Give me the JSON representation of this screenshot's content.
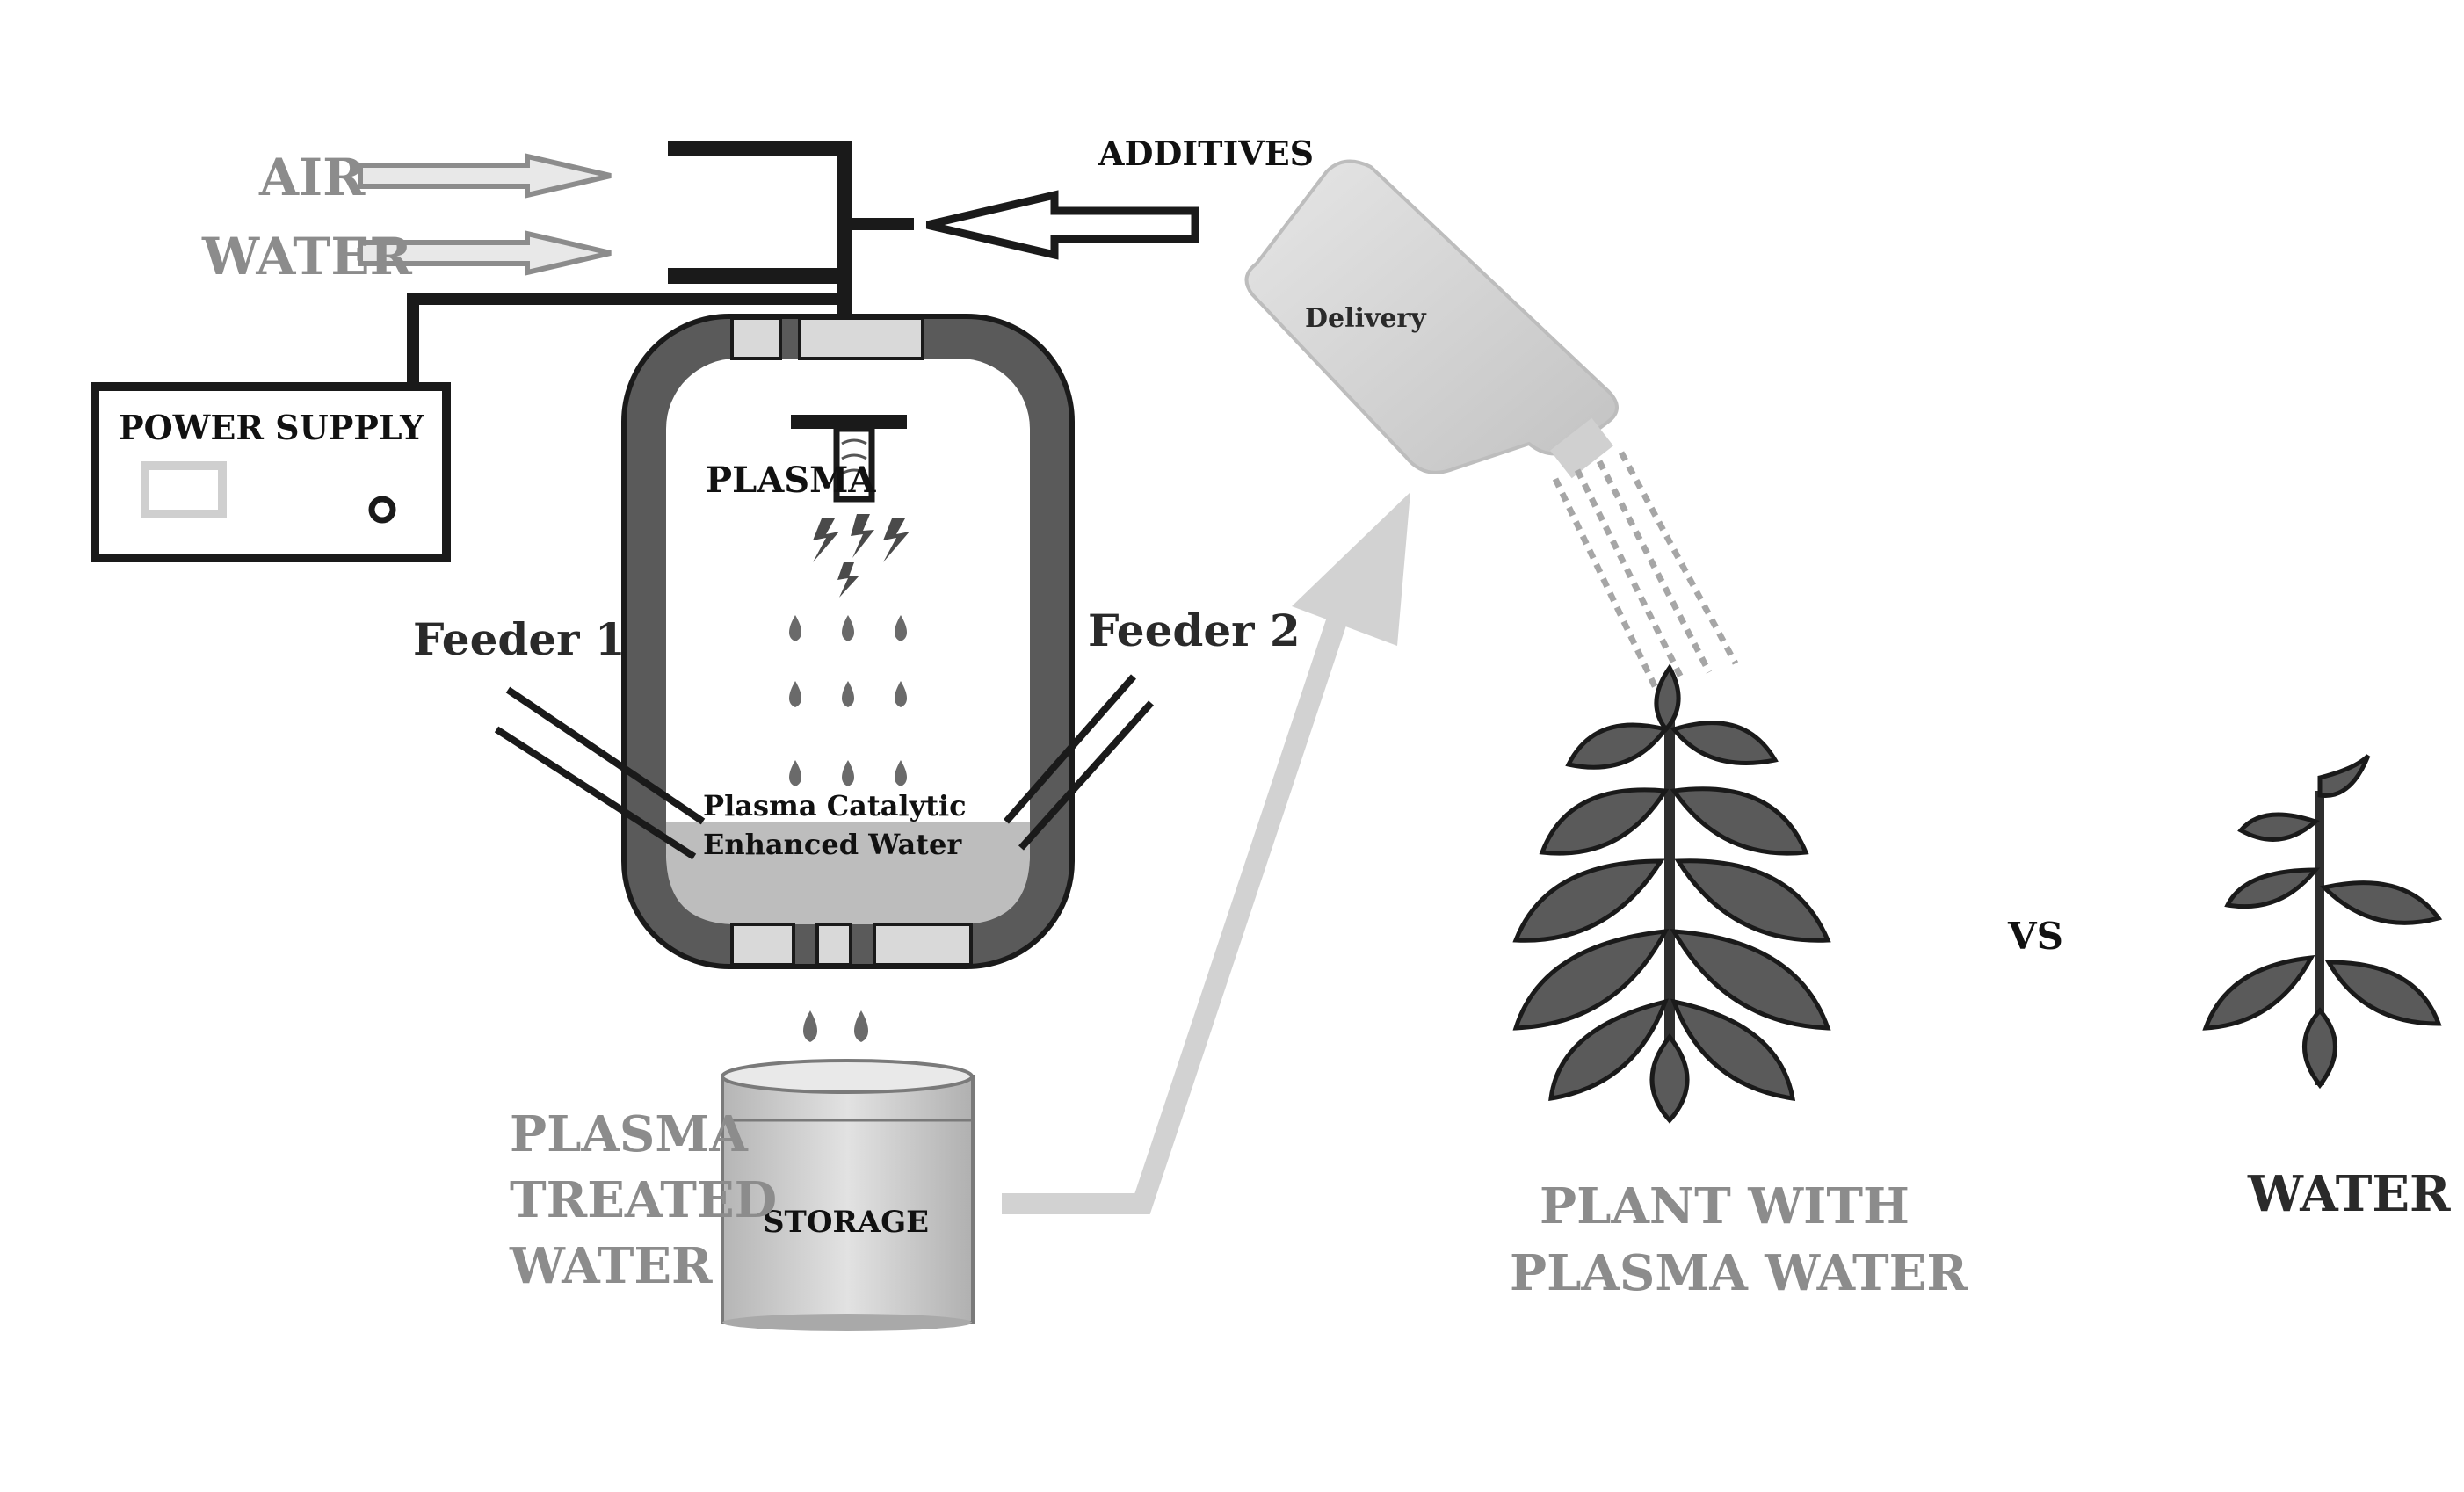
{
  "labels": {
    "air": "AIR",
    "water_in": "WATER",
    "additives": "ADDITIVES",
    "power_supply": "POWER SUPPLY",
    "plasma": "PLASMA",
    "feeder1": "Feeder 1",
    "feeder2": "Feeder 2",
    "enhanced_line1": "Plasma Catalytic",
    "enhanced_line2": "Enhanced Water",
    "delivery": "Delivery",
    "storage": "STORAGE",
    "treated_line1": "PLASMA",
    "treated_line2": "TREATED",
    "treated_line3": "WATER",
    "plant_line1": "PLANT WITH",
    "plant_line2": "PLASMA WATER",
    "vs": "VS",
    "water_plant": "WATER"
  },
  "colors": {
    "dark": "#1a1a1a",
    "mid_gray": "#8c8c8c",
    "light_gray": "#cfcfcf",
    "reactor_wall": "#5a5a5a",
    "fluid": "#bdbdbd"
  }
}
